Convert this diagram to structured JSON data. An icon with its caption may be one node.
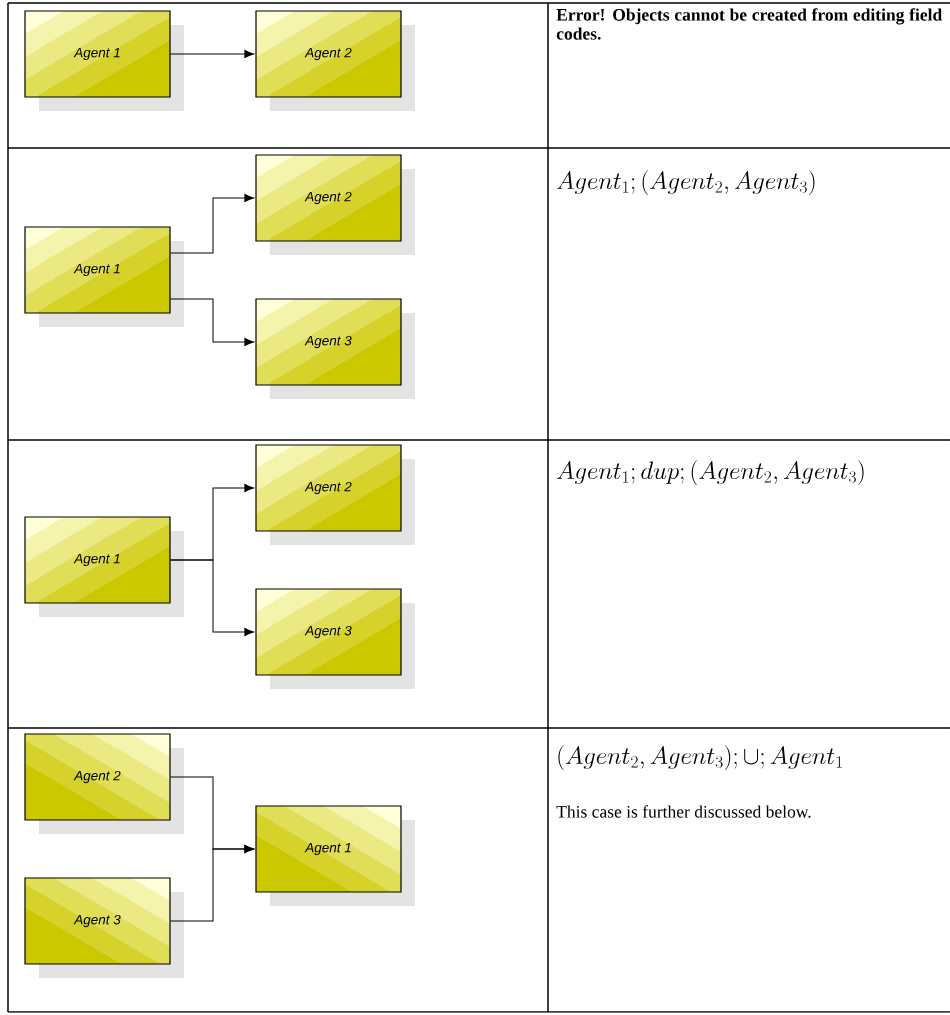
{
  "diagram": {
    "nodes": [
      {
        "text": [
          "Agent 1"
        ]
      },
      {
        "text": [
          "Agent 2"
        ]
      },
      {
        "text": [
          "Agent 1"
        ]
      },
      {
        "text": [
          "Agent 2"
        ]
      },
      {
        "text": [
          "Agent 3"
        ]
      },
      {
        "text": [
          "Agent 1"
        ]
      },
      {
        "text": [
          "Agent 2"
        ]
      },
      {
        "text": [
          "Agent 3"
        ]
      },
      {
        "text": [
          "Agent 2"
        ]
      },
      {
        "text": [
          "Agent 3"
        ]
      },
      {
        "text": [
          "Agent 1"
        ]
      }
    ],
    "edges": [
      {
        "from": 0,
        "to": 1,
        "arrow": "to"
      },
      {
        "from": 2,
        "to": 3,
        "arrow": "to"
      },
      {
        "from": 2,
        "to": 4,
        "arrow": "to"
      },
      {
        "from": 5,
        "to": 6,
        "arrow": "to"
      },
      {
        "from": 5,
        "to": 7,
        "arrow": "to"
      },
      {
        "from": 8,
        "to": 10,
        "arrow": "to"
      },
      {
        "from": 9,
        "to": 10,
        "arrow": "to"
      }
    ],
    "labels": [
      "Error! Objects cannot be created from editing field codes.",
      "Agent_1;(Agent_2,Agent_3)",
      "Agent_1;dup;(Agent_2,Agent_3)",
      "(Agent_2,Agent_3);\\cup;Agent_1",
      "This case is further discussed below."
    ]
  }
}
